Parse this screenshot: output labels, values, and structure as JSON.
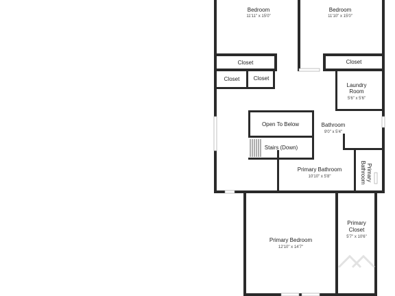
{
  "rooms": {
    "bedroom_left": {
      "name": "Bedroom",
      "dims": "11'11\" x 15'0\""
    },
    "bedroom_right": {
      "name": "Bedroom",
      "dims": "11'10\" x 15'0\""
    },
    "closet_top_left": {
      "name": "Closet"
    },
    "closet_top_right": {
      "name": "Closet"
    },
    "closet_mid_left": {
      "name": "Closet"
    },
    "closet_mid_right": {
      "name": "Closet"
    },
    "laundry": {
      "name_line1": "Laundry",
      "name_line2": "Room",
      "dims": "5'6\" x 5'6\""
    },
    "open_to_below": {
      "name": "Open To Below"
    },
    "bathroom": {
      "name": "Bathroom",
      "dims": "9'0\" x 5'4\""
    },
    "stairs": {
      "name": "Stairs (Down)"
    },
    "primary_bathroom": {
      "name": "Primary Bathroom",
      "dims": "10'10\" x 5'8\""
    },
    "primary_bathroom_vertical": {
      "name_line1": "Primary",
      "name_line2": "Bathroom"
    },
    "primary_closet": {
      "name_line1": "Primary",
      "name_line2": "Closet",
      "dims": "5'7\" x 10'6\""
    },
    "primary_bedroom": {
      "name": "Primary Bedroom",
      "dims": "12'10\" x 14'7\""
    }
  },
  "colors": {
    "wall": "#2a2a2a",
    "floor": "#ffffff",
    "text": "#222222"
  },
  "icons": {
    "watermark": "house-logo-icon"
  }
}
